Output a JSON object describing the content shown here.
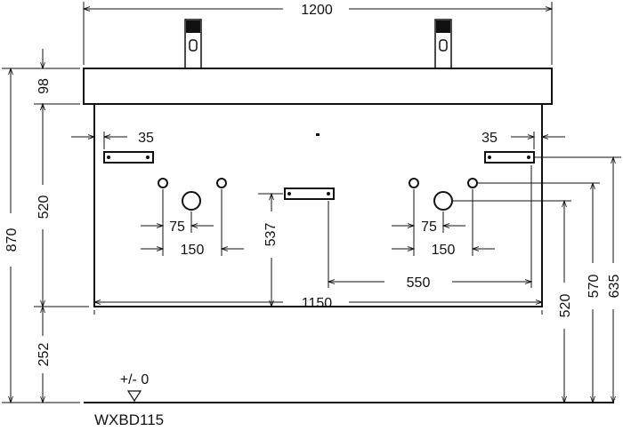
{
  "model": "WXBD115",
  "floor_label": "+/- 0",
  "dimensions": {
    "total_width": "1200",
    "cabinet_width": "1150",
    "total_height": "870",
    "top_thickness": "98",
    "cabinet_height": "520",
    "floor_gap": "252",
    "bracket_inset_left": "35",
    "bracket_inset_right": "35",
    "center_bracket_height": "537",
    "drain_offset_left": "75",
    "tap_spacing_left": "150",
    "drain_offset_right": "75",
    "tap_spacing_right": "150",
    "bracket_distance": "550",
    "height_520": "520",
    "height_570": "570",
    "height_635": "635"
  },
  "colors": {
    "line": "#111111",
    "background": "#ffffff"
  }
}
